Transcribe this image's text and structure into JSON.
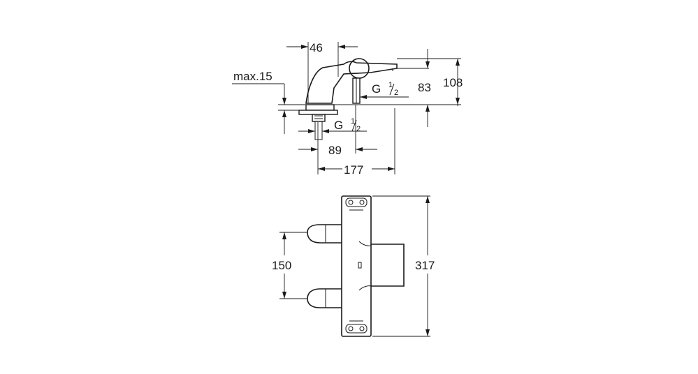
{
  "side_view": {
    "dim_width_top": "46",
    "dim_height_full": "108",
    "dim_height_spout": "83",
    "dim_max_thickness": "max.15",
    "thread_upper": {
      "base": "G ",
      "num": "1",
      "den": "2"
    },
    "thread_lower": {
      "base": "G ",
      "num": "1",
      "den": "2"
    },
    "dim_horizontal_1": "89",
    "dim_horizontal_2": "177"
  },
  "front_view": {
    "dim_spacing": "150",
    "dim_total_height": "317"
  }
}
